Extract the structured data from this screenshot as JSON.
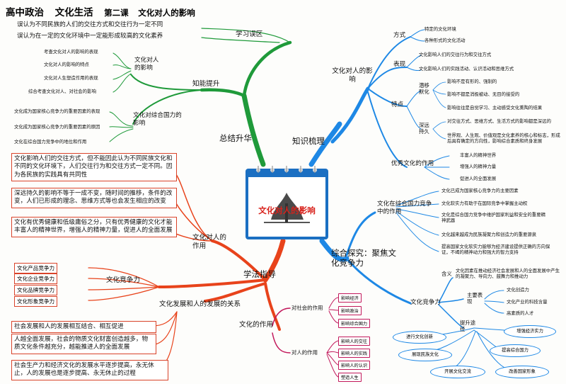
{
  "header": {
    "subject": "高中政治",
    "book": "文化生活",
    "lesson": "第二课",
    "lesson_title": "文化对人的影响"
  },
  "center": {
    "title": "文化对人的影响"
  },
  "colors": {
    "green": "#1f9a3a",
    "blue": "#1e88e5",
    "orange": "#e8431b",
    "pink": "#c2185b",
    "red_box": "#d9432a"
  },
  "branches": {
    "summary": {
      "label": "总结升华",
      "misconceptions": {
        "label": "学习误区",
        "items": [
          "误认为不同民族的人们的交往方式和交往行为一定不同",
          "误认为在一定的文化环境中一定能形成较高的文化素养"
        ]
      },
      "ability": {
        "label": "知能提升",
        "groups": [
          {
            "label": "文化对人的影响",
            "items": [
              "考查文化对人的影响的表现",
              "文化对人的影响的特点",
              "文化对人生塑造作用的表现",
              "综合考查文化对人、对社会的影响"
            ]
          },
          {
            "label": "文化对综合国力的影响",
            "items": [
              "文化成为国家核心竞争力的重要因素的表现",
              "文化成为国家核心竞争力的重要因素的原因",
              "文化在综合国力竞争中的地位和作用"
            ]
          }
        ]
      }
    },
    "knowledge": {
      "label": "知识梳理",
      "culture_effect": {
        "label": "文化对人的影响",
        "way": {
          "label": "方式",
          "items": [
            "特定的文化环境",
            "各种形式的文化活动"
          ]
        },
        "expression": {
          "label": "表现",
          "items": [
            "文化影响人们的交往行为和交往方式",
            "文化影响人们的实践活动、认识活动和思维方式"
          ]
        },
        "features": {
          "label": "特点",
          "subtle": {
            "label": "潜移默化",
            "items": [
              "影响不是有形的、强制的",
              "影响不都是消极被动、无目的接受的",
              "影响往往是自觉学习、主动感受文化熏陶的结果"
            ]
          },
          "lasting": {
            "label": "深远持久",
            "items": [
              "对交往方式、思维方式、生活方式的影响都是深远的",
              "世界观、人生观、价值观是文化素养的核心和标志，形成后具有确定的方向性，影响综合素质和终身发展"
            ]
          }
        },
        "excellent": {
          "label": "优秀文化的作用",
          "items": [
            "丰富人的精神世界",
            "增强人的精神力量",
            "促进人的全面发展"
          ]
        }
      },
      "explore": {
        "label": "综合探究：聚焦文化竞争力",
        "national_power": {
          "label": "文化在综合国力竞争中的作用",
          "items": [
            "文化已成为国家核心竞争力的主要因素",
            "文化软实力有助于在国际竞争中掌握主动权",
            "文化是综合国力竞争中维护国家利益和安全的重要精神武器",
            "文化越来越成为民族凝聚力和创造力的重要源泉",
            "提高国家文化软实力能够为经济建设提供正确的方向保证，不竭的精神动力和强大的智力支持"
          ]
        },
        "competitiveness": {
          "label": "文化竞争力",
          "meaning_label": "含义",
          "meaning_text": "文化因素在推动经济社会发展和人的全面发展中产生的凝聚力、导向力、鼓舞力和推动力",
          "factors": {
            "label": "主要表现",
            "items": [
              "文化创造力",
              "文化产业的科技含量",
              "高素质的人才"
            ]
          },
          "ways": {
            "label": "提升途径",
            "items": [
              "进行文化创新",
              "增强经济实力",
              "提高综合国力",
              "展现民族文化",
              "开展文化交流",
              "改善国家形象"
            ]
          }
        }
      }
    },
    "method": {
      "label": "学法指导",
      "role_person": {
        "label": "文化对人的作用",
        "boxes": [
          "文化影响人们的交往方式，但不能因此认为不同民族文化和不同的文化环境下，人们交往行为和交往方式一定不同。因为各民族的实践具有共同性",
          "深远持久的影响不等于一成不变，随时间的推移，条件的改变，人们已形成的理念、思维方式等也会发生相应的改变",
          "文化有优秀健康和低级庸俗之分，只有优秀健康的文化才能丰富人的精神世界，增强人的精神力量，促进人的全面发展"
        ]
      },
      "competitiveness": {
        "label": "文化竞争力",
        "items": [
          "文化产品竞争力",
          "文化企业竞争力",
          "文化品牌竞争力",
          "文化形象竞争力"
        ]
      },
      "development": {
        "label": "文化发展和人的发展的关系",
        "boxes": [
          "社会发展和人的发展相互结合、相互促进",
          "人越全面发展，社会的物质文化财富创造越多，物质文化条件越充分，越能推进人的全面发展",
          "社会生产力和经济文化的发展水平逐步提高，永无休止，人的发展也是逐步提高、永无休止的过程"
        ]
      },
      "function": {
        "label": "文化的作用",
        "society": {
          "label": "对社会的作用",
          "items": [
            "影响经济",
            "影响政治",
            "影响综合国力"
          ]
        },
        "person": {
          "label": "对人的作用",
          "items": [
            "影响人的交往",
            "影响人的实践",
            "影响人的认识",
            "塑造人生"
          ]
        }
      }
    }
  }
}
